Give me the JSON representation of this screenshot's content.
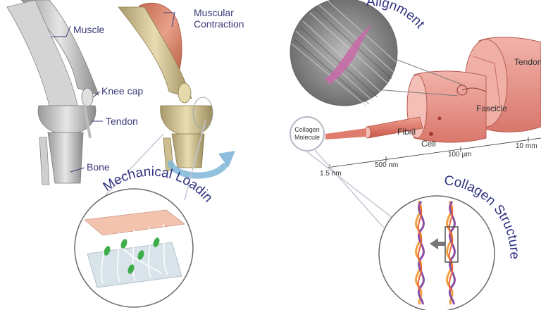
{
  "left_panel": {
    "labels": {
      "muscle": "Muscle",
      "muscular_contraction": "Muscular Contraction",
      "knee_cap": "Knee cap",
      "tendon": "Tendon",
      "bone": "Bone"
    },
    "mechanical_loading": "Mechanical Loading"
  },
  "right_panel": {
    "alignment": "Alignment",
    "collagen_structure": "Collagen Structure",
    "labels": {
      "tendon": "Tendon",
      "fascicle": "Fascicle",
      "fibril": "Fibril",
      "cell": "Cell",
      "collagen_molecule": "Collagen Molecule"
    },
    "scale_ticks": [
      "1.5 nm",
      "500 nm",
      "100 µm",
      "10 mm"
    ]
  },
  "colors": {
    "label_text": "#3a3a7a",
    "muscle": "#d9866a",
    "bone": "#c8b98a",
    "tendon_tissue": "#e89a92",
    "collagen_orange": "#f0a040",
    "collagen_purple": "#8a4fa0",
    "arrow_blue": "#7fb6d8"
  }
}
